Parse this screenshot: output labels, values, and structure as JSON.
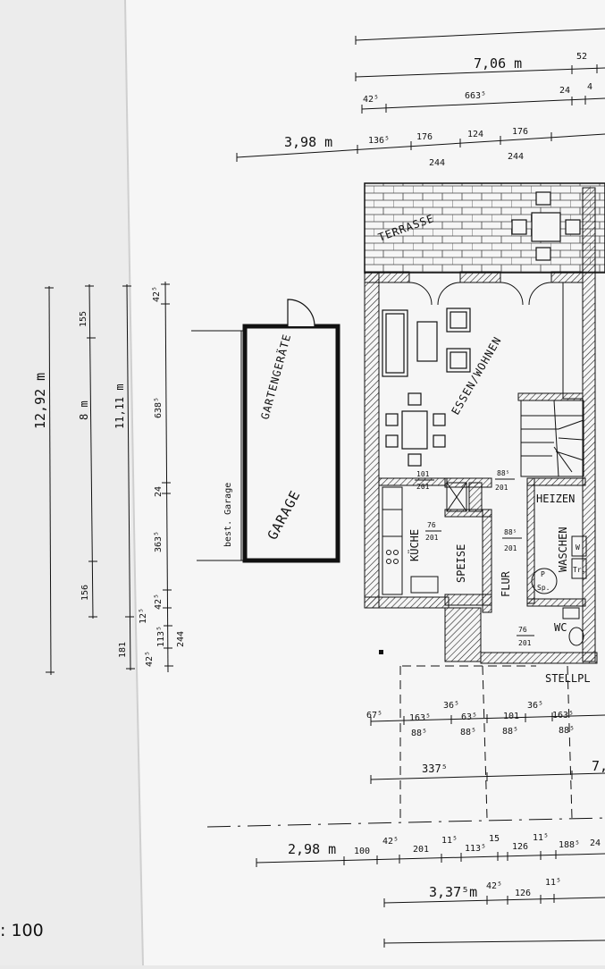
{
  "plan": {
    "scale_label": ": 100",
    "rooms": {
      "terrasse": "TERRASSE",
      "essen_wohnen": "ESSEN/WOHNEN",
      "kueche": "KÜCHE",
      "speise": "SPEISE",
      "flur": "FLUR",
      "heizen": "HEIZEN",
      "waschen": "WASCHEN",
      "wc": "WC",
      "garage": "GARAGE",
      "gartengeraete": "GARTENGERÄTE",
      "bestehende_garage": "best. Garage",
      "stellplatz": "STELLPL"
    },
    "fixtures": {
      "sp": "Sp.",
      "p": "P",
      "w": "W",
      "tr": "Tr."
    },
    "door_sizes": {
      "kueche_a": "101",
      "kueche_b": "201",
      "speise_a": "76",
      "speise_b": "201",
      "stair_a": "88⁵",
      "stair_b": "201",
      "heizen_a": "88⁵",
      "heizen_b": "201",
      "wc_a": "76",
      "wc_b": "201"
    },
    "dims_top": {
      "r1_a": "52",
      "r1_total": "7,06 m",
      "r2_a": "42⁵",
      "r2_b": "663⁵",
      "r2_c": "24",
      "r2_d": "4",
      "r3_total": "3,98 m",
      "r3_a": "136⁵",
      "r3_b": "176",
      "r3_c": "124",
      "r3_d": "176",
      "r4_a": "244",
      "r4_b": "244"
    },
    "dims_left": {
      "total": "12,92 m",
      "eight": "8 m",
      "v155": "155",
      "v156": "156",
      "v181": "181",
      "v11_11": "11,11 m",
      "v42_5": "42⁵",
      "v638_5": "638⁵",
      "v24": "24",
      "v363_5": "363⁵",
      "v42_5b": "42⁵",
      "v12_5": "12⁵",
      "v113_5": "113⁵",
      "v42_5c": "42⁵",
      "v244": "244"
    },
    "dims_bottom": {
      "a1": "67⁵",
      "a2": "163⁵",
      "a3": "36⁵",
      "a4": "63⁵",
      "a5": "101",
      "a6": "36⁵",
      "a7": "163⁵",
      "b1": "88⁵",
      "b2": "88⁵",
      "b3": "88⁵",
      "b4": "88⁵",
      "c1": "337⁵",
      "c2": "7,",
      "d1": "2,98 m",
      "d2": "100",
      "d3": "42⁵",
      "d4": "201",
      "d5": "11⁵",
      "d6": "113⁵",
      "d7": "15",
      "d8": "126",
      "d9": "11⁵",
      "d10": "188⁵",
      "d11": "24",
      "e1": "3,37⁵m",
      "e2": "42⁵",
      "e3": "126",
      "e4": "11⁵"
    }
  },
  "colors": {
    "paper": "#f6f6f6",
    "paper_left": "#ececec",
    "ink": "#111111"
  }
}
